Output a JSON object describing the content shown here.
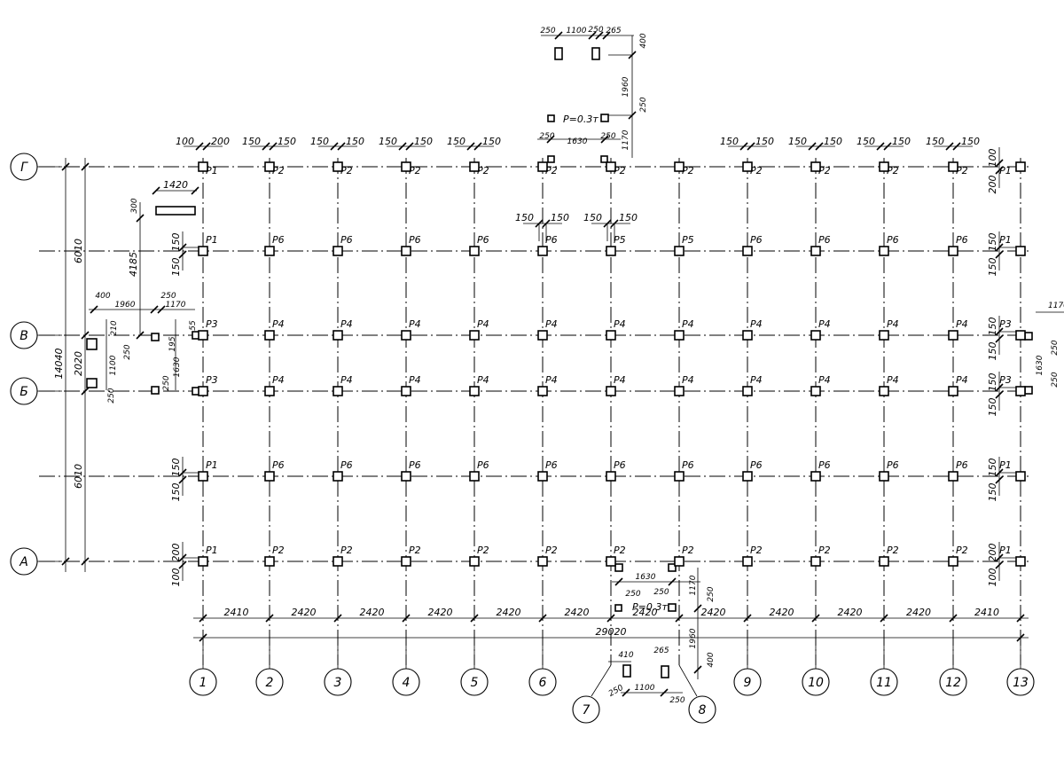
{
  "rows": [
    {
      "id": "row-g",
      "label": "Г"
    },
    {
      "id": "row-v",
      "label": "В"
    },
    {
      "id": "row-b",
      "label": "Б"
    },
    {
      "id": "row-a",
      "label": "А"
    }
  ],
  "columns": [
    "1",
    "2",
    "3",
    "4",
    "5",
    "6",
    "7",
    "8",
    "9",
    "10",
    "11",
    "12",
    "13"
  ],
  "column_spacings": [
    "2410",
    "2420",
    "2420",
    "2420",
    "2420",
    "2420",
    "2420",
    "2420",
    "2420",
    "2420",
    "2420",
    "2410"
  ],
  "total_length": "29020",
  "vertical_dims": {
    "total": "14040",
    "top": "6010",
    "middle": "2020",
    "bottom": "6010",
    "upper_offset": "4185",
    "beam_h": "300",
    "beam_w": "1420"
  },
  "pillar_rows": [
    {
      "id": "rowG",
      "labels": [
        "P1",
        "P2",
        "P2",
        "P2",
        "P2",
        "P2",
        "P2",
        "P2",
        "P2",
        "P2",
        "P2",
        "P2",
        "P1"
      ]
    },
    {
      "id": "row1",
      "labels": [
        "P1",
        "P6",
        "P6",
        "P6",
        "P6",
        "P6",
        "P5",
        "P5",
        "P6",
        "P6",
        "P6",
        "P6",
        "P1"
      ]
    },
    {
      "id": "rowV",
      "labels": [
        "P3",
        "P4",
        "P4",
        "P4",
        "P4",
        "P4",
        "P4",
        "P4",
        "P4",
        "P4",
        "P4",
        "P4",
        "P3"
      ]
    },
    {
      "id": "rowB",
      "labels": [
        "P3",
        "P4",
        "P4",
        "P4",
        "P4",
        "P4",
        "P4",
        "P4",
        "P4",
        "P4",
        "P4",
        "P4",
        "P3"
      ]
    },
    {
      "id": "row2",
      "labels": [
        "P1",
        "P6",
        "P6",
        "P6",
        "P6",
        "P6",
        "P6",
        "P6",
        "P6",
        "P6",
        "P6",
        "P6",
        "P1"
      ]
    },
    {
      "id": "rowA",
      "labels": [
        "P1",
        "P2",
        "P2",
        "P2",
        "P2",
        "P2",
        "P2",
        "P2",
        "P2",
        "P2",
        "P2",
        "P2",
        "P1"
      ]
    }
  ],
  "small_dims": {
    "d100": "100",
    "d200": "200",
    "d150": "150",
    "d250": "250",
    "d1100": "1100",
    "d265": "265",
    "d400": "400",
    "d1960": "1960",
    "d1630": "1630",
    "d1170": "1170",
    "d410": "410",
    "d210": "210",
    "d55": "55",
    "d195": "195"
  },
  "load": "P=0.3т"
}
